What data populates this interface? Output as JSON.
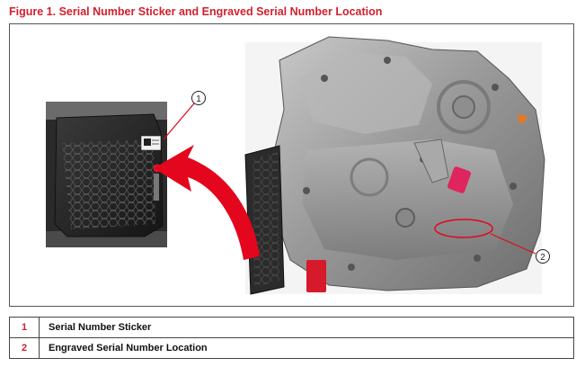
{
  "figure": {
    "title": "Figure 1. Serial Number Sticker and Engraved Serial Number Location",
    "callouts": [
      {
        "number": "1"
      },
      {
        "number": "2"
      }
    ]
  },
  "legend": [
    {
      "number": "1",
      "label": "Serial Number Sticker"
    },
    {
      "number": "2",
      "label": "Engraved Serial Number Location"
    }
  ],
  "colors": {
    "title_red": "#d0202f",
    "arrow_red": "#e3061c",
    "cap_pink": "#e0245e",
    "cap_red": "#d61a2b"
  }
}
